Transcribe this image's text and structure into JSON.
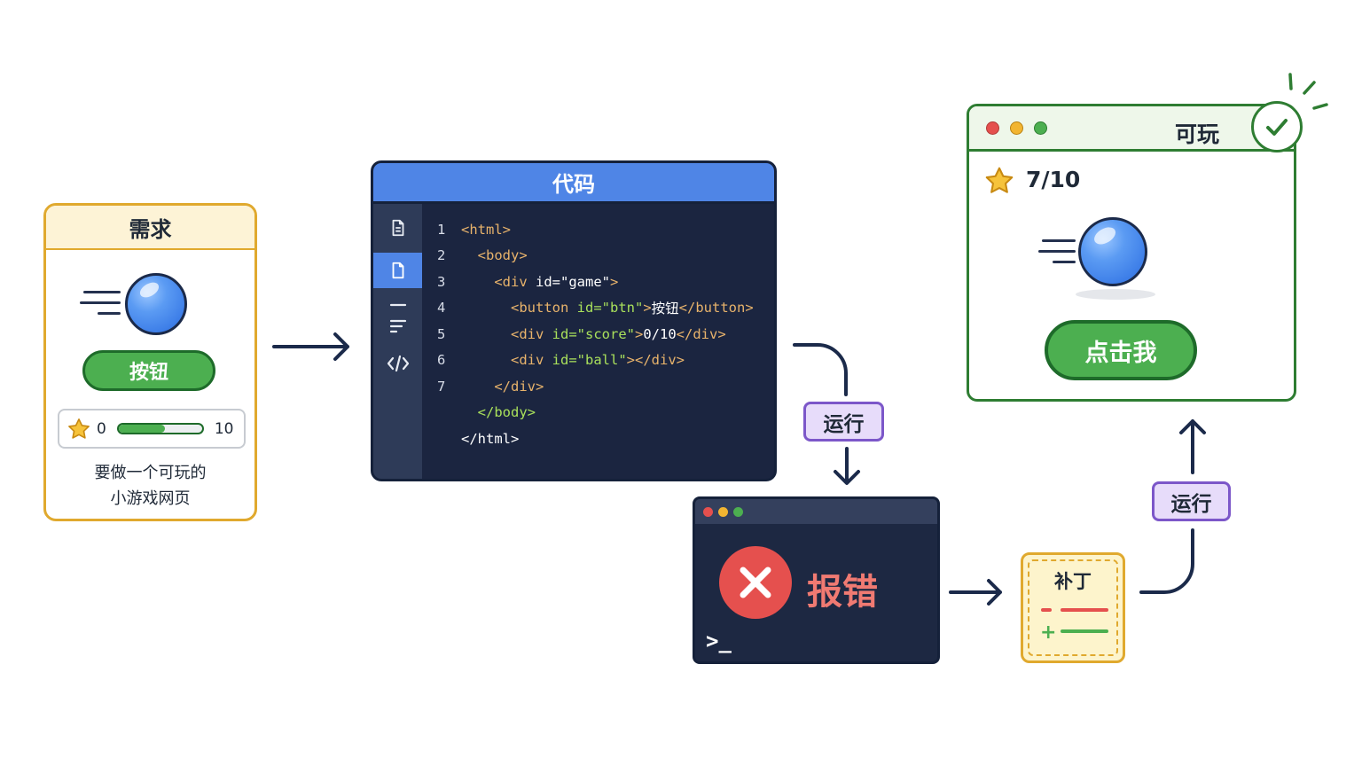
{
  "requirement": {
    "title": "需求",
    "button_label": "按钮",
    "score_min": "0",
    "score_max": "10",
    "score_fill": 0.55,
    "description_line1": "要做一个可玩的",
    "description_line2": "小游戏网页"
  },
  "editor": {
    "title": "代码",
    "sidebar_icons": [
      "file-text-icon",
      "file-icon",
      "outline-icon",
      "code-icon"
    ],
    "lines": [
      {
        "no": "1",
        "indent": "",
        "parts": [
          {
            "c": "tag",
            "t": "<html>"
          }
        ]
      },
      {
        "no": "2",
        "indent": "  ",
        "parts": [
          {
            "c": "tag",
            "t": "<body>"
          }
        ]
      },
      {
        "no": "3",
        "indent": "    ",
        "parts": [
          {
            "c": "tag",
            "t": "<div "
          },
          {
            "c": "plain",
            "t": "id=\"game\""
          },
          {
            "c": "tag",
            "t": ">"
          }
        ]
      },
      {
        "no": "4",
        "indent": "      ",
        "parts": [
          {
            "c": "tag",
            "t": "<button "
          },
          {
            "c": "attr",
            "t": "id=\"btn\""
          },
          {
            "c": "tag",
            "t": ">"
          },
          {
            "c": "txt",
            "t": "按钮"
          },
          {
            "c": "tag",
            "t": "</button>"
          }
        ]
      },
      {
        "no": "5",
        "indent": "      ",
        "parts": [
          {
            "c": "tag",
            "t": "<div "
          },
          {
            "c": "attr",
            "t": "id=\"score\""
          },
          {
            "c": "tag",
            "t": ">"
          },
          {
            "c": "txt",
            "t": "0/10"
          },
          {
            "c": "tag",
            "t": "</div>"
          }
        ]
      },
      {
        "no": "6",
        "indent": "      ",
        "parts": [
          {
            "c": "tag",
            "t": "<div "
          },
          {
            "c": "attr",
            "t": "id=\"ball\""
          },
          {
            "c": "tag",
            "t": "></div>"
          }
        ]
      },
      {
        "no": "7",
        "indent": "    ",
        "parts": [
          {
            "c": "tag",
            "t": "</div>"
          }
        ]
      },
      {
        "no": "",
        "indent": "  ",
        "parts": [
          {
            "c": "attr",
            "t": "</body>"
          }
        ]
      },
      {
        "no": "",
        "indent": "",
        "parts": [
          {
            "c": "plain",
            "t": "</html>"
          }
        ]
      }
    ]
  },
  "run_label_1": "运行",
  "run_label_2": "运行",
  "terminal": {
    "error_text": "报错",
    "prompt": ">_",
    "dots": [
      "#e5504e",
      "#f2b531",
      "#4caf50"
    ]
  },
  "patch": {
    "title": "补丁"
  },
  "playable": {
    "title": "可玩",
    "score": "7/10",
    "button_label": "点击我",
    "dots": [
      "#e5504e",
      "#f2b531",
      "#4caf50"
    ]
  },
  "colors": {
    "accent_blue": "#4f85e6",
    "success_green": "#4caf50",
    "error_red": "#e5504e",
    "requirement_gold": "#e0a92e",
    "run_purple": "#7c57c9",
    "navy": "#15213a"
  }
}
